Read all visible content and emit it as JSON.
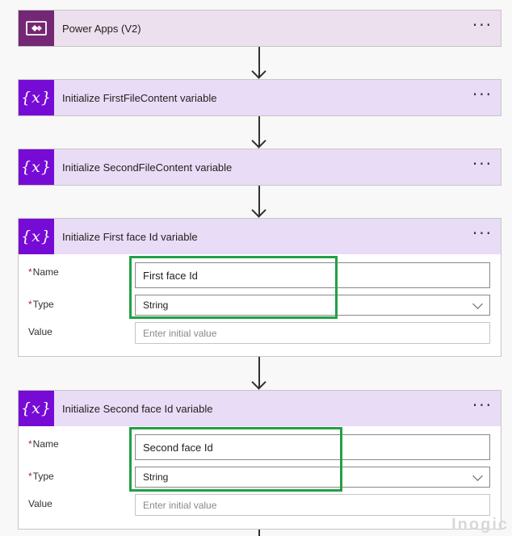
{
  "steps": [
    {
      "title": "Power Apps (V2)",
      "icon": "power-apps-icon",
      "more": "···"
    },
    {
      "title": "Initialize FirstFileContent variable",
      "icon": "variable-icon",
      "icon_text": "{x}",
      "more": "···"
    },
    {
      "title": "Initialize SecondFileContent variable",
      "icon": "variable-icon",
      "icon_text": "{x}",
      "more": "···"
    },
    {
      "title": "Initialize First face Id variable",
      "icon": "variable-icon",
      "icon_text": "{x}",
      "more": "···",
      "fields": {
        "name_label": "Name",
        "name_value": "First face Id",
        "type_label": "Type",
        "type_value": "String",
        "value_label": "Value",
        "value_placeholder": "Enter initial value"
      }
    },
    {
      "title": "Initialize Second face Id variable",
      "icon": "variable-icon",
      "icon_text": "{x}",
      "more": "···",
      "fields": {
        "name_label": "Name",
        "name_value": "Second face Id",
        "type_label": "Type",
        "type_value": "String",
        "value_label": "Value",
        "value_placeholder": "Enter initial value"
      }
    }
  ],
  "required_marker": "*",
  "watermark": "Inogic",
  "colors": {
    "power_apps_icon": "#742774",
    "variable_icon": "#770bd6",
    "header_power_apps": "#ecdfee",
    "header_variable": "#e9dcf6",
    "highlight": "#22a045",
    "required": "#a4262c"
  }
}
